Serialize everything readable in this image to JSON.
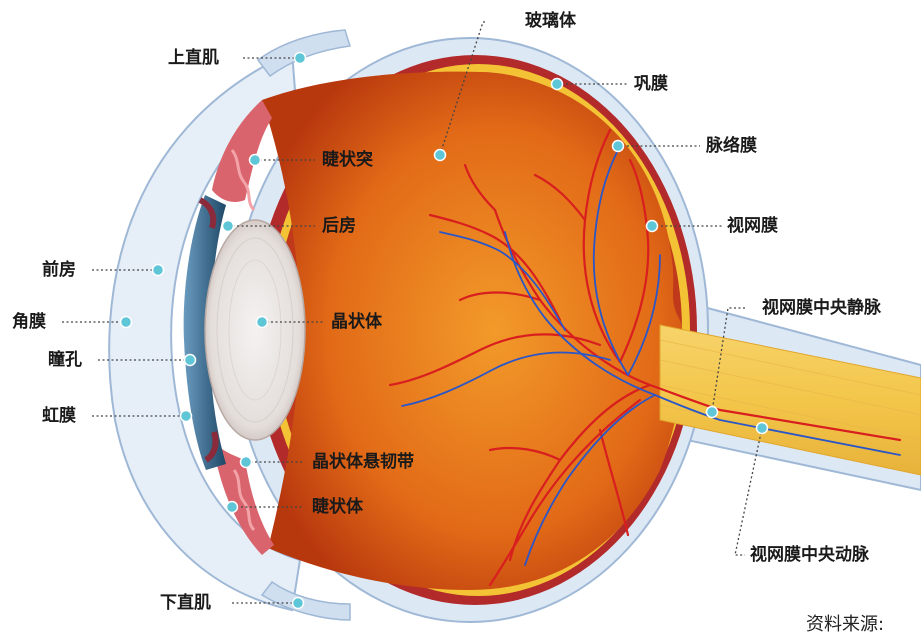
{
  "labels": {
    "superior_rectus": "上直肌",
    "vitreous_body": "玻璃体",
    "sclera": "巩膜",
    "choroid": "脉络膜",
    "ciliary_process": "睫状突",
    "posterior_chamber": "后房",
    "retina": "视网膜",
    "anterior_chamber": "前房",
    "central_retinal_vein": "视网膜中央静脉",
    "cornea": "角膜",
    "lens": "晶状体",
    "pupil": "瞳孔",
    "iris": "虹膜",
    "zonule": "晶状体悬韧带",
    "ciliary_body": "睫状体",
    "central_retinal_artery": "视网膜中央动脉",
    "inferior_rectus": "下直肌"
  },
  "source_note": "资料来源:",
  "colors": {
    "sclera": "#dde8f5",
    "sclera_edge": "#9fb8d6",
    "choroid": "#b32a2a",
    "retina_yellow": "#f3c235",
    "vitreous_center": "#f08a1e",
    "vitreous_edge": "#c4420f",
    "lens": "#ece8e6",
    "iris": "#2f5f80",
    "ciliary": "#d9646d",
    "artery": "#d81e1e",
    "vein": "#2a56c8",
    "marker": "#5fc6d8",
    "leader": "#444444"
  }
}
